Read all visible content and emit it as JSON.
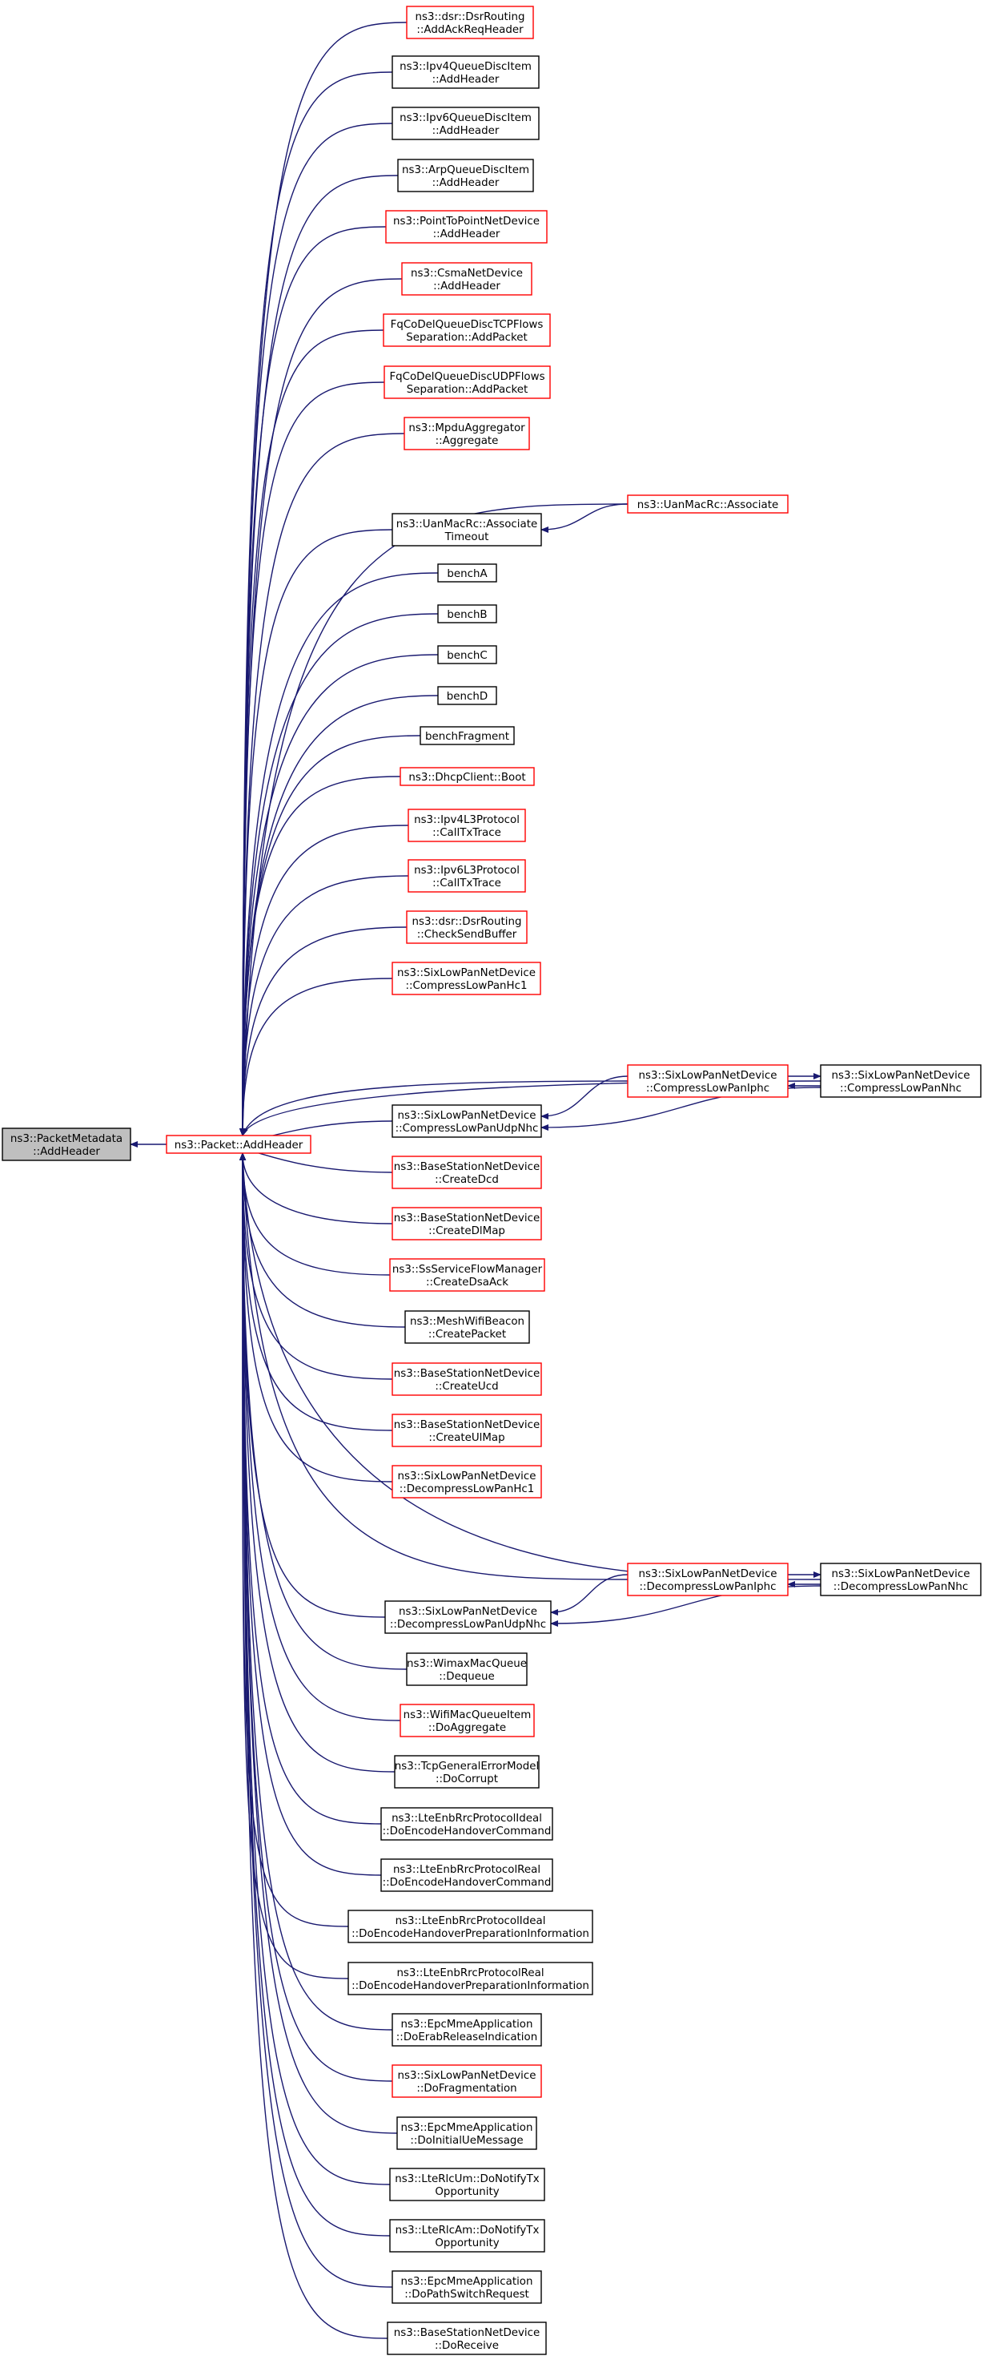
{
  "graph": {
    "edge_color": "#191970",
    "root": {
      "id": "root",
      "lines": [
        "ns3::PacketMetadata",
        "::AddHeader"
      ],
      "style": "root"
    },
    "nodes": [
      {
        "id": "pk",
        "lines": [
          "ns3::Packet::AddHeader"
        ],
        "style": "red"
      },
      {
        "id": "n1",
        "lines": [
          "ns3::dsr::DsrRouting",
          "::AddAckReqHeader"
        ],
        "style": "red"
      },
      {
        "id": "n2",
        "lines": [
          "ns3::Ipv4QueueDiscItem",
          "::AddHeader"
        ],
        "style": "black"
      },
      {
        "id": "n3",
        "lines": [
          "ns3::Ipv6QueueDiscItem",
          "::AddHeader"
        ],
        "style": "black"
      },
      {
        "id": "n4",
        "lines": [
          "ns3::ArpQueueDiscItem",
          "::AddHeader"
        ],
        "style": "black"
      },
      {
        "id": "n5",
        "lines": [
          "ns3::PointToPointNetDevice",
          "::AddHeader"
        ],
        "style": "red"
      },
      {
        "id": "n6",
        "lines": [
          "ns3::CsmaNetDevice",
          "::AddHeader"
        ],
        "style": "red"
      },
      {
        "id": "n7",
        "lines": [
          "FqCoDelQueueDiscTCPFlows",
          "Separation::AddPacket"
        ],
        "style": "red"
      },
      {
        "id": "n8",
        "lines": [
          "FqCoDelQueueDiscUDPFlows",
          "Separation::AddPacket"
        ],
        "style": "red"
      },
      {
        "id": "n9",
        "lines": [
          "ns3::MpduAggregator",
          "::Aggregate"
        ],
        "style": "red"
      },
      {
        "id": "n10",
        "lines": [
          "ns3::UanMacRc::Associate"
        ],
        "style": "red"
      },
      {
        "id": "n11",
        "lines": [
          "ns3::UanMacRc::Associate",
          "Timeout"
        ],
        "style": "black"
      },
      {
        "id": "n12",
        "lines": [
          "benchA"
        ],
        "style": "black"
      },
      {
        "id": "n13",
        "lines": [
          "benchB"
        ],
        "style": "black"
      },
      {
        "id": "n14",
        "lines": [
          "benchC"
        ],
        "style": "black"
      },
      {
        "id": "n15",
        "lines": [
          "benchD"
        ],
        "style": "black"
      },
      {
        "id": "n16",
        "lines": [
          "benchFragment"
        ],
        "style": "black"
      },
      {
        "id": "n17",
        "lines": [
          "ns3::DhcpClient::Boot"
        ],
        "style": "red"
      },
      {
        "id": "n18",
        "lines": [
          "ns3::Ipv4L3Protocol",
          "::CallTxTrace"
        ],
        "style": "red"
      },
      {
        "id": "n19",
        "lines": [
          "ns3::Ipv6L3Protocol",
          "::CallTxTrace"
        ],
        "style": "red"
      },
      {
        "id": "n20",
        "lines": [
          "ns3::dsr::DsrRouting",
          "::CheckSendBuffer"
        ],
        "style": "red"
      },
      {
        "id": "n21",
        "lines": [
          "ns3::SixLowPanNetDevice",
          "::CompressLowPanHc1"
        ],
        "style": "red"
      },
      {
        "id": "n22",
        "lines": [
          "ns3::SixLowPanNetDevice",
          "::CompressLowPanIphc"
        ],
        "style": "red"
      },
      {
        "id": "n23",
        "lines": [
          "ns3::SixLowPanNetDevice",
          "::CompressLowPanNhc"
        ],
        "style": "black"
      },
      {
        "id": "n24",
        "lines": [
          "ns3::SixLowPanNetDevice",
          "::CompressLowPanUdpNhc"
        ],
        "style": "black"
      },
      {
        "id": "n25",
        "lines": [
          "ns3::BaseStationNetDevice",
          "::CreateDcd"
        ],
        "style": "red"
      },
      {
        "id": "n26",
        "lines": [
          "ns3::BaseStationNetDevice",
          "::CreateDlMap"
        ],
        "style": "red"
      },
      {
        "id": "n27",
        "lines": [
          "ns3::SsServiceFlowManager",
          "::CreateDsaAck"
        ],
        "style": "red"
      },
      {
        "id": "n28",
        "lines": [
          "ns3::MeshWifiBeacon",
          "::CreatePacket"
        ],
        "style": "black"
      },
      {
        "id": "n29",
        "lines": [
          "ns3::BaseStationNetDevice",
          "::CreateUcd"
        ],
        "style": "red"
      },
      {
        "id": "n30",
        "lines": [
          "ns3::BaseStationNetDevice",
          "::CreateUlMap"
        ],
        "style": "red"
      },
      {
        "id": "n31",
        "lines": [
          "ns3::SixLowPanNetDevice",
          "::DecompressLowPanHc1"
        ],
        "style": "red"
      },
      {
        "id": "n32",
        "lines": [
          "ns3::SixLowPanNetDevice",
          "::DecompressLowPanIphc"
        ],
        "style": "red"
      },
      {
        "id": "n33",
        "lines": [
          "ns3::SixLowPanNetDevice",
          "::DecompressLowPanNhc"
        ],
        "style": "black"
      },
      {
        "id": "n34",
        "lines": [
          "ns3::SixLowPanNetDevice",
          "::DecompressLowPanUdpNhc"
        ],
        "style": "black"
      },
      {
        "id": "n35",
        "lines": [
          "ns3::WimaxMacQueue",
          "::Dequeue"
        ],
        "style": "black"
      },
      {
        "id": "n36",
        "lines": [
          "ns3::WifiMacQueueItem",
          "::DoAggregate"
        ],
        "style": "red"
      },
      {
        "id": "n37",
        "lines": [
          "ns3::TcpGeneralErrorModel",
          "::DoCorrupt"
        ],
        "style": "black"
      },
      {
        "id": "n38",
        "lines": [
          "ns3::LteEnbRrcProtocolIdeal",
          "::DoEncodeHandoverCommand"
        ],
        "style": "black"
      },
      {
        "id": "n39",
        "lines": [
          "ns3::LteEnbRrcProtocolReal",
          "::DoEncodeHandoverCommand"
        ],
        "style": "black"
      },
      {
        "id": "n40",
        "lines": [
          "ns3::LteEnbRrcProtocolIdeal",
          "::DoEncodeHandoverPreparationInformation"
        ],
        "style": "black"
      },
      {
        "id": "n41",
        "lines": [
          "ns3::LteEnbRrcProtocolReal",
          "::DoEncodeHandoverPreparationInformation"
        ],
        "style": "black"
      },
      {
        "id": "n42",
        "lines": [
          "ns3::EpcMmeApplication",
          "::DoErabReleaseIndication"
        ],
        "style": "black"
      },
      {
        "id": "n43",
        "lines": [
          "ns3::SixLowPanNetDevice",
          "::DoFragmentation"
        ],
        "style": "red"
      },
      {
        "id": "n44",
        "lines": [
          "ns3::EpcMmeApplication",
          "::DoInitialUeMessage"
        ],
        "style": "black"
      },
      {
        "id": "n45",
        "lines": [
          "ns3::LteRlcUm::DoNotifyTx",
          "Opportunity"
        ],
        "style": "black"
      },
      {
        "id": "n46",
        "lines": [
          "ns3::LteRlcAm::DoNotifyTx",
          "Opportunity"
        ],
        "style": "black"
      },
      {
        "id": "n47",
        "lines": [
          "ns3::EpcMmeApplication",
          "::DoPathSwitchRequest"
        ],
        "style": "black"
      },
      {
        "id": "n48",
        "lines": [
          "ns3::BaseStationNetDevice",
          "::DoReceive"
        ],
        "style": "black"
      }
    ],
    "edges": [
      [
        "pk",
        "root"
      ],
      [
        "n1",
        "pk"
      ],
      [
        "n2",
        "pk"
      ],
      [
        "n3",
        "pk"
      ],
      [
        "n4",
        "pk"
      ],
      [
        "n5",
        "pk"
      ],
      [
        "n6",
        "pk"
      ],
      [
        "n7",
        "pk"
      ],
      [
        "n8",
        "pk"
      ],
      [
        "n9",
        "pk"
      ],
      [
        "n10",
        "pk"
      ],
      [
        "n10",
        "n11"
      ],
      [
        "n11",
        "pk"
      ],
      [
        "n12",
        "pk"
      ],
      [
        "n13",
        "pk"
      ],
      [
        "n14",
        "pk"
      ],
      [
        "n15",
        "pk"
      ],
      [
        "n16",
        "pk"
      ],
      [
        "n17",
        "pk"
      ],
      [
        "n18",
        "pk"
      ],
      [
        "n19",
        "pk"
      ],
      [
        "n20",
        "pk"
      ],
      [
        "n21",
        "pk"
      ],
      [
        "n22",
        "pk"
      ],
      [
        "n22",
        "n23"
      ],
      [
        "n22",
        "n24"
      ],
      [
        "n23",
        "pk"
      ],
      [
        "n23",
        "n22"
      ],
      [
        "n23",
        "n24"
      ],
      [
        "n24",
        "pk"
      ],
      [
        "n25",
        "pk"
      ],
      [
        "n26",
        "pk"
      ],
      [
        "n27",
        "pk"
      ],
      [
        "n28",
        "pk"
      ],
      [
        "n29",
        "pk"
      ],
      [
        "n30",
        "pk"
      ],
      [
        "n31",
        "pk"
      ],
      [
        "n32",
        "pk"
      ],
      [
        "n32",
        "n33"
      ],
      [
        "n32",
        "n34"
      ],
      [
        "n33",
        "pk"
      ],
      [
        "n33",
        "n32"
      ],
      [
        "n33",
        "n34"
      ],
      [
        "n34",
        "pk"
      ],
      [
        "n35",
        "pk"
      ],
      [
        "n36",
        "pk"
      ],
      [
        "n37",
        "pk"
      ],
      [
        "n38",
        "pk"
      ],
      [
        "n39",
        "pk"
      ],
      [
        "n40",
        "pk"
      ],
      [
        "n41",
        "pk"
      ],
      [
        "n42",
        "pk"
      ],
      [
        "n43",
        "pk"
      ],
      [
        "n44",
        "pk"
      ],
      [
        "n45",
        "pk"
      ],
      [
        "n46",
        "pk"
      ],
      [
        "n47",
        "pk"
      ],
      [
        "n48",
        "pk"
      ]
    ]
  }
}
